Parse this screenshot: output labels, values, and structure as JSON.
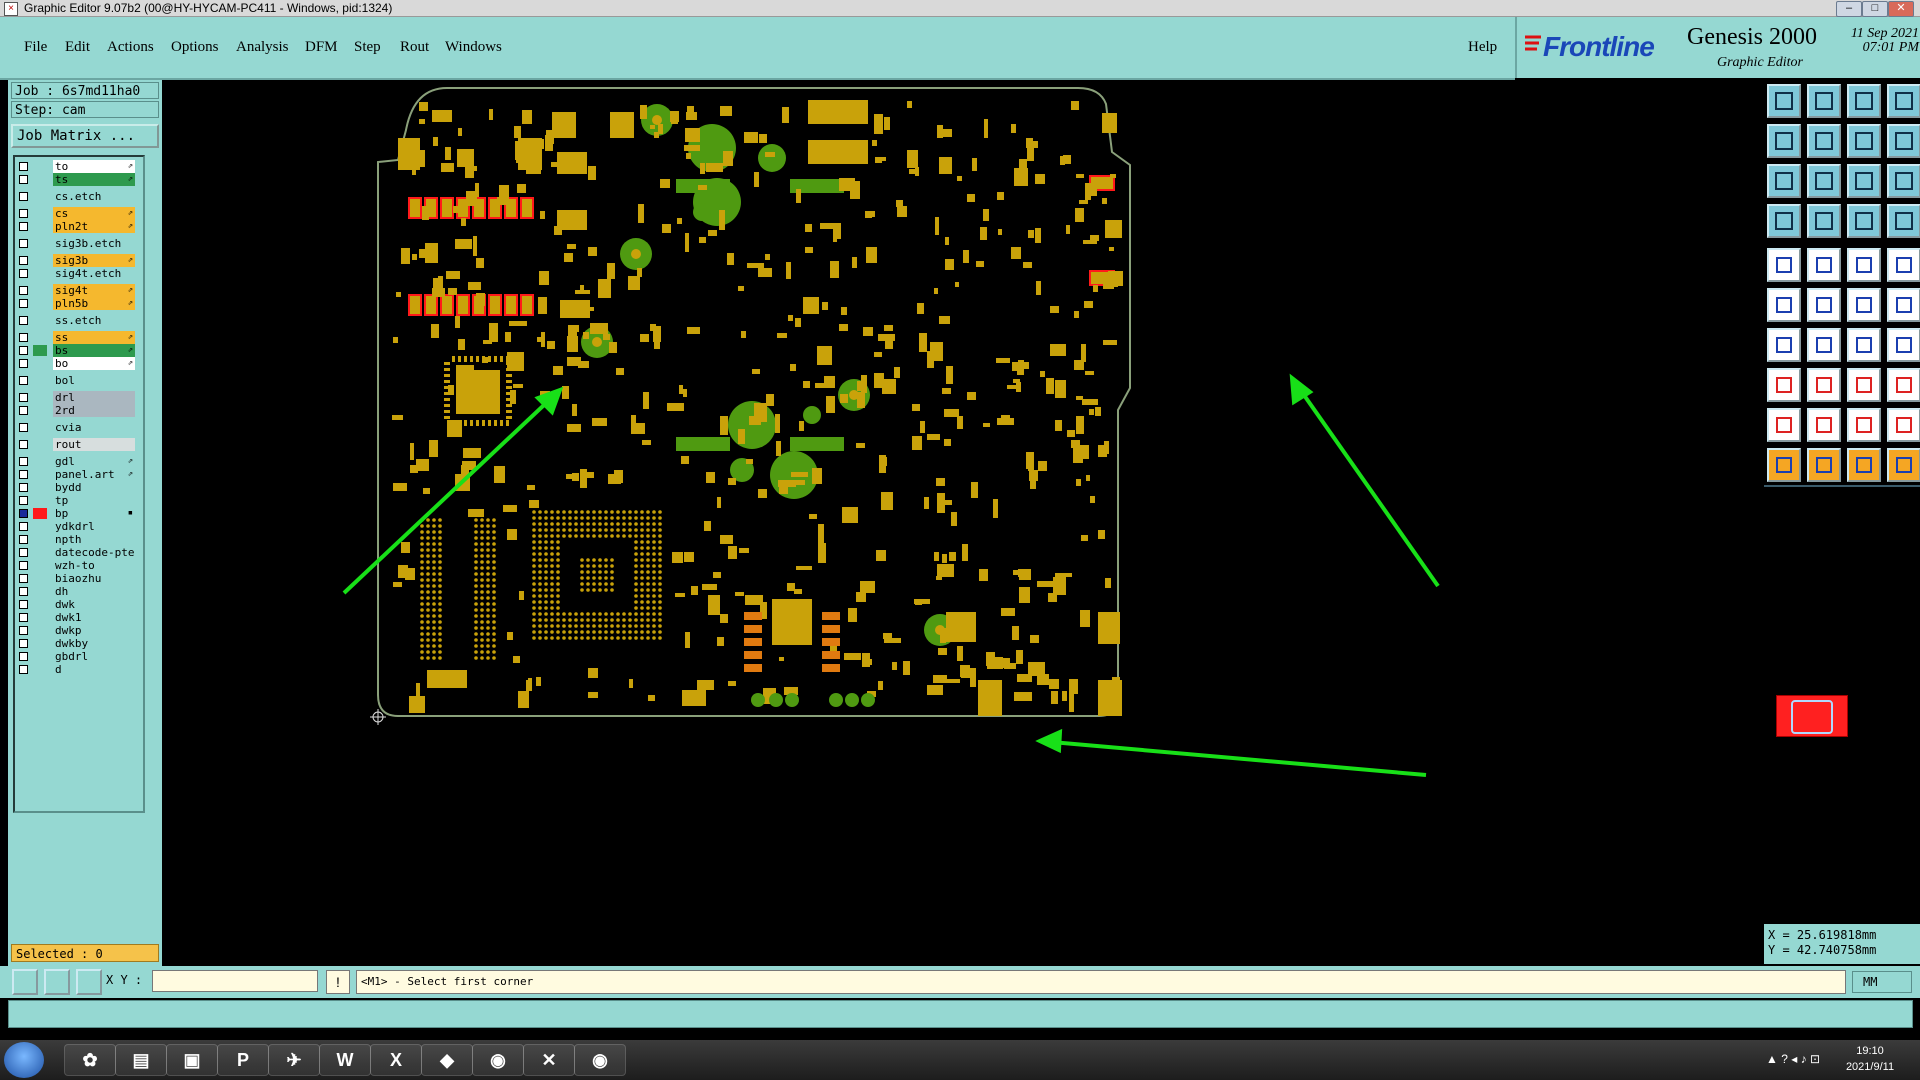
{
  "window": {
    "title": "Graphic Editor 9.07b2 (00@HY-HYCAM-PC411 - Windows, pid:1324)",
    "controls": [
      "–",
      "□",
      "✕"
    ]
  },
  "menu": {
    "items": [
      "File",
      "Edit",
      "Actions",
      "Options",
      "Analysis",
      "DFM",
      "Step",
      "Rout",
      "Windows"
    ],
    "help": "Help"
  },
  "brand": {
    "logo": "Frontline",
    "product": "Genesis 2000",
    "subtitle": "Graphic Editor",
    "date": "11 Sep 2021",
    "time": "07:01 PM"
  },
  "job": {
    "job_line": "Job : 6s7md11ha0",
    "step_line": "Step: cam",
    "matrix_button": "Job Matrix ..."
  },
  "layers": [
    {
      "name": "to",
      "bg": "#ffffff",
      "mark": "↗"
    },
    {
      "name": "ts",
      "bg": "#2e9a4e",
      "mark": "↗"
    },
    {
      "name": "cs.etch",
      "bg": "#95d8d2",
      "mark": ""
    },
    {
      "name": "cs",
      "bg": "#f5b82e",
      "mark": "↗"
    },
    {
      "name": "pln2t",
      "bg": "#f5b82e",
      "mark": "↗"
    },
    {
      "name": "sig3b.etch",
      "bg": "#95d8d2",
      "mark": ""
    },
    {
      "name": "sig3b",
      "bg": "#f5b82e",
      "mark": "↗"
    },
    {
      "name": "sig4t.etch",
      "bg": "#95d8d2",
      "mark": ""
    },
    {
      "name": "sig4t",
      "bg": "#f5b82e",
      "mark": "↗"
    },
    {
      "name": "pln5b",
      "bg": "#f5b82e",
      "mark": "↗"
    },
    {
      "name": "ss.etch",
      "bg": "#95d8d2",
      "mark": ""
    },
    {
      "name": "ss",
      "bg": "#f5b82e",
      "mark": "↗"
    },
    {
      "name": "bs",
      "bg": "#2e9a4e",
      "mark": "↗"
    },
    {
      "name": "bo",
      "bg": "#ffffff",
      "mark": "↗"
    },
    {
      "name": "bol",
      "bg": "#95d8d2",
      "mark": ""
    },
    {
      "name": "drl",
      "bg": "#aab7c0",
      "mark": ""
    },
    {
      "name": "2rd",
      "bg": "#aab7c0",
      "mark": ""
    },
    {
      "name": "cvia",
      "bg": "#95d8d2",
      "mark": ""
    },
    {
      "name": "rout",
      "bg": "#d7dede",
      "mark": ""
    },
    {
      "name": "gdl",
      "bg": "#95d8d2",
      "mark": "↗"
    },
    {
      "name": "panel.art",
      "bg": "#95d8d2",
      "mark": "↗"
    },
    {
      "name": "bydd",
      "bg": "#95d8d2",
      "mark": ""
    },
    {
      "name": "tp",
      "bg": "#95d8d2",
      "mark": ""
    },
    {
      "name": "bp",
      "bg": "#95d8d2",
      "mark": "■"
    },
    {
      "name": "ydkdrl",
      "bg": "#95d8d2",
      "mark": ""
    },
    {
      "name": "npth",
      "bg": "#95d8d2",
      "mark": ""
    },
    {
      "name": "datecode-pte",
      "bg": "#95d8d2",
      "mark": ""
    },
    {
      "name": "wzh-to",
      "bg": "#95d8d2",
      "mark": ""
    },
    {
      "name": "biaozhu",
      "bg": "#95d8d2",
      "mark": ""
    },
    {
      "name": "dh",
      "bg": "#95d8d2",
      "mark": ""
    },
    {
      "name": "dwk",
      "bg": "#95d8d2",
      "mark": ""
    },
    {
      "name": "dwk1",
      "bg": "#95d8d2",
      "mark": ""
    },
    {
      "name": "dwkp",
      "bg": "#95d8d2",
      "mark": ""
    },
    {
      "name": "dwkby",
      "bg": "#95d8d2",
      "mark": ""
    },
    {
      "name": "gbdrl",
      "bg": "#95d8d2",
      "mark": ""
    },
    {
      "name": "d",
      "bg": "#95d8d2",
      "mark": ""
    }
  ],
  "selected": "Selected : 0",
  "colors": {
    "panel": "#95d8d2",
    "copper": "#c9a20a",
    "mask": "#4f9a11",
    "outline": "#c8c8c8",
    "arrow": "#18e018",
    "highlight": "#ff1a1a"
  },
  "readout": {
    "x": "X = 25.619818mm",
    "y": "Y = 42.740758mm"
  },
  "command": {
    "xy_label": "X Y :",
    "xy_value": "",
    "warn": "!",
    "prompt": "<M1> - Select first corner",
    "units": "MM"
  },
  "taskbar": {
    "apps": [
      "shell-icon",
      "notepad-icon",
      "save-icon",
      "cad-icon",
      "chat-icon",
      "word-icon",
      "excel-icon",
      "editor-icon",
      "eye-icon",
      "genesis-icon",
      "pcb-icon"
    ],
    "time": "19:10",
    "date": "2021/9/11"
  }
}
